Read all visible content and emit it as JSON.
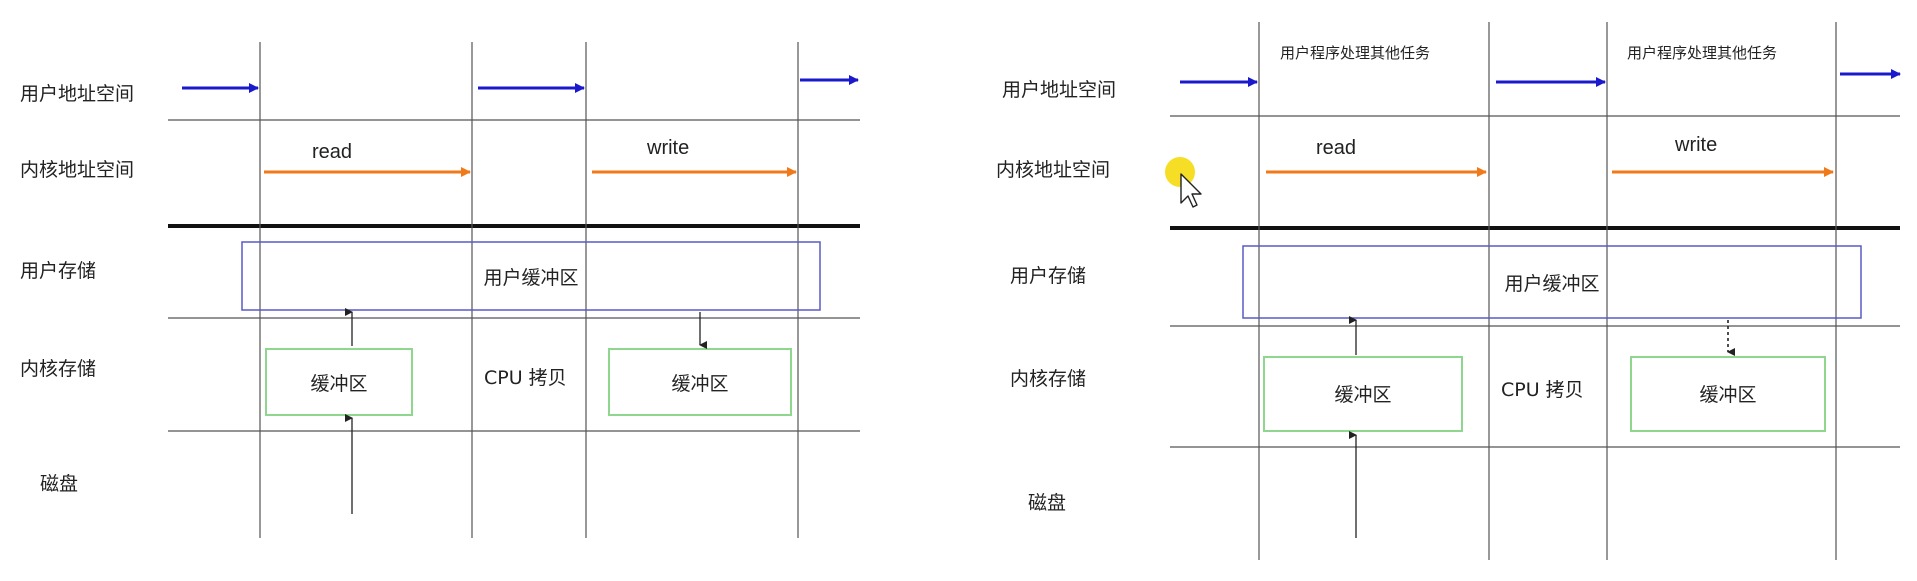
{
  "rows": [
    "用户地址空间",
    "内核地址空间",
    "用户存储",
    "内核存储",
    "磁盘"
  ],
  "left": {
    "ops": [
      "read",
      "write"
    ],
    "user_buffer": "用户缓冲区",
    "kernel_buffer_1": "缓冲区",
    "kernel_buffer_2": "缓冲区",
    "cpu_copy": "CPU 拷贝"
  },
  "right": {
    "notes": [
      "用户程序处理其他任务",
      "用户程序处理其他任务"
    ],
    "ops": [
      "read",
      "write"
    ],
    "user_buffer": "用户缓冲区",
    "kernel_buffer_1": "缓冲区",
    "kernel_buffer_2": "缓冲区",
    "cpu_copy": "CPU 拷贝"
  },
  "colors": {
    "user_arrow": "#1a1acc",
    "kernel_arrow": "#f07a1a",
    "user_buffer_border": "#5a5ac8",
    "kernel_buffer_border": "#8fd68f",
    "grid": "#555555",
    "divider": "#111111",
    "cursor_highlight": "#f5d800"
  }
}
